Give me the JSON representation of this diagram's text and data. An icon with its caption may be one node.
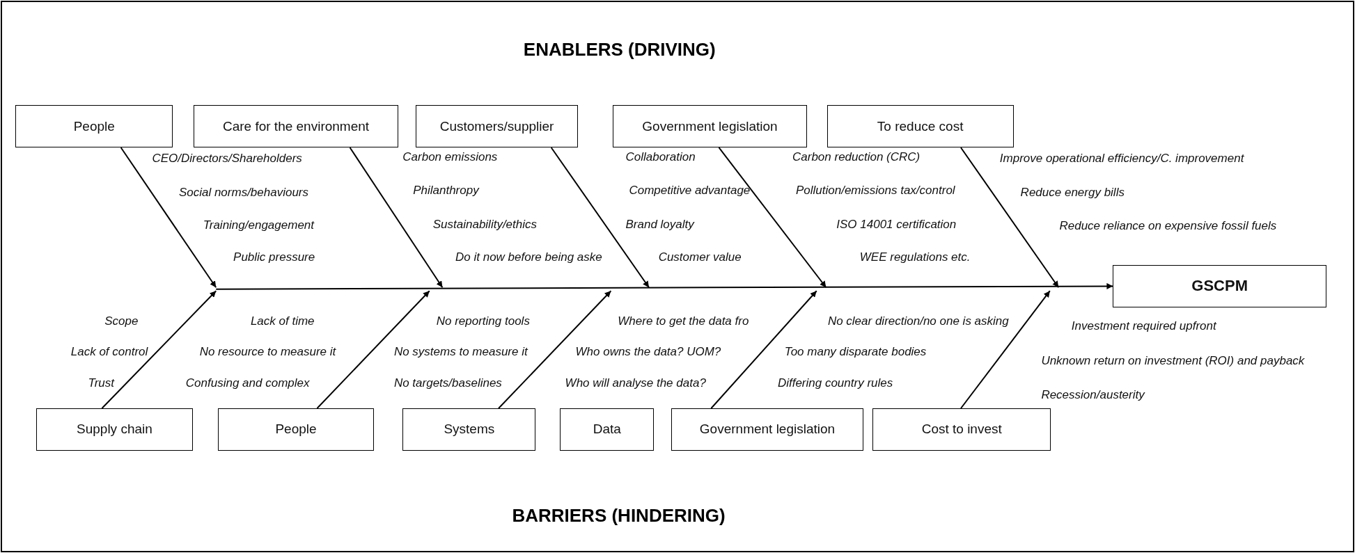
{
  "diagram": {
    "nodes": [
      {
        "text": [
          "People"
        ]
      },
      {
        "text": [
          "Care for the environment"
        ]
      },
      {
        "text": [
          "Customers/supplier"
        ]
      },
      {
        "text": [
          "Government legislation"
        ]
      },
      {
        "text": [
          "To reduce cost"
        ]
      },
      {
        "text": [
          "Supply chain"
        ]
      },
      {
        "text": [
          "People"
        ]
      },
      {
        "text": [
          "Systems"
        ]
      },
      {
        "text": [
          "Data"
        ]
      },
      {
        "text": [
          "Government legislation"
        ]
      },
      {
        "text": [
          "Cost to invest"
        ]
      },
      {
        "text": [
          "GSCPM"
        ]
      }
    ],
    "edges": [
      {
        "from": 0,
        "to": null,
        "arrow": "to"
      },
      {
        "from": 1,
        "to": null,
        "arrow": "to"
      },
      {
        "from": 2,
        "to": null,
        "arrow": "to"
      },
      {
        "from": 3,
        "to": null,
        "arrow": "to"
      },
      {
        "from": 4,
        "to": null,
        "arrow": "to"
      },
      {
        "from": 5,
        "to": null,
        "arrow": "to"
      },
      {
        "from": 6,
        "to": null,
        "arrow": "to"
      },
      {
        "from": 7,
        "to": null,
        "arrow": "to"
      },
      {
        "from": 9,
        "to": null,
        "arrow": "to"
      },
      {
        "from": 10,
        "to": null,
        "arrow": "to"
      },
      {
        "from": null,
        "to": 11,
        "arrow": "to"
      }
    ],
    "labels": [
      "ENABLERS (DRIVING)",
      "CEO/Directors/Shareholders",
      "Social norms/behaviours",
      "Training/engagement",
      "Public pressure",
      "Carbon emissions",
      "Philanthropy",
      "Sustainability/ethics",
      "Do it now before being aske",
      "Collaboration",
      "Competitive advantage",
      "Brand loyalty",
      "Customer value",
      "Carbon reduction (CRC)",
      "Pollution/emissions tax/control",
      "ISO 14001 certification",
      "WEE regulations etc.",
      "Improve operational efficiency/C. improvement",
      "Reduce energy bills",
      "Reduce reliance on expensive fossil fuels",
      "Scope",
      "Lack of control",
      "Trust",
      "Lack of time",
      "No resource to measure it",
      "Confusing and complex",
      "No reporting tools",
      "No systems to measure it",
      "No targets/baselines",
      "Where to get the data fro",
      "Who owns the data? UOM?",
      "Who will analyse the data?",
      "No clear direction/no one is asking",
      "Too many disparate bodies",
      "Differing country rules",
      "Investment required upfront",
      "Unknown return on investment (ROI) and payback",
      "Recession/austerity",
      "BARRIERS (HINDERING)"
    ]
  }
}
